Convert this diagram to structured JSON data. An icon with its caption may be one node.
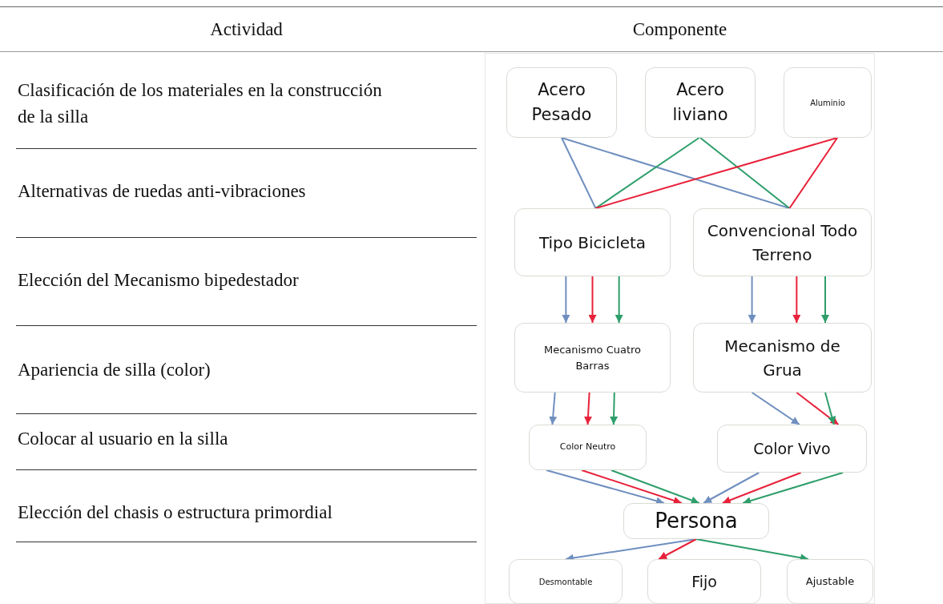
{
  "diagram": {
    "nodes": [
      {
        "text": [
          "Acero Pesado"
        ]
      },
      {
        "text": [
          "Acero liviano"
        ]
      },
      {
        "text": [
          "Aluminio"
        ]
      },
      {
        "text": [
          "Tipo Bicicleta"
        ]
      },
      {
        "text": [
          "Convencional Todo Terreno"
        ]
      },
      {
        "text": [
          "Mecanismo Cuatro Barras"
        ]
      },
      {
        "text": [
          "Mecanismo de Grua"
        ]
      },
      {
        "text": [
          "Color Neutro"
        ]
      },
      {
        "text": [
          "Color Vivo"
        ]
      },
      {
        "text": [
          "Persona"
        ]
      },
      {
        "text": [
          "Desmontable"
        ]
      },
      {
        "text": [
          "Fijo"
        ]
      },
      {
        "text": [
          "Ajustable"
        ]
      }
    ],
    "edges": [
      {
        "from": 0,
        "to": 3,
        "arrow": "none",
        "color": "#6f8fbf"
      },
      {
        "from": 0,
        "to": 4,
        "arrow": "none",
        "color": "#6f8fbf"
      },
      {
        "from": 1,
        "to": 3,
        "arrow": "none",
        "color": "#2e9e6b"
      },
      {
        "from": 1,
        "to": 4,
        "arrow": "none",
        "color": "#2e9e6b"
      },
      {
        "from": 2,
        "to": 3,
        "arrow": "none",
        "color": "#e8213a"
      },
      {
        "from": 2,
        "to": 4,
        "arrow": "none",
        "color": "#e8213a"
      },
      {
        "from": 3,
        "to": 5,
        "arrow": "to",
        "color": "#6f8fbf"
      },
      {
        "from": 3,
        "to": 5,
        "arrow": "to",
        "color": "#e8213a"
      },
      {
        "from": 3,
        "to": 5,
        "arrow": "to",
        "color": "#2e9e6b"
      },
      {
        "from": 4,
        "to": 6,
        "arrow": "to",
        "color": "#6f8fbf"
      },
      {
        "from": 4,
        "to": 6,
        "arrow": "to",
        "color": "#e8213a"
      },
      {
        "from": 4,
        "to": 6,
        "arrow": "to",
        "color": "#2e9e6b"
      },
      {
        "from": 5,
        "to": 7,
        "arrow": "to",
        "color": "#6f8fbf"
      },
      {
        "from": 5,
        "to": 7,
        "arrow": "to",
        "color": "#e8213a"
      },
      {
        "from": 5,
        "to": 7,
        "arrow": "to",
        "color": "#2e9e6b"
      },
      {
        "from": 6,
        "to": 8,
        "arrow": "to",
        "color": "#6f8fbf"
      },
      {
        "from": 6,
        "to": 8,
        "arrow": "to",
        "color": "#e8213a"
      },
      {
        "from": 6,
        "to": 8,
        "arrow": "to",
        "color": "#2e9e6b"
      },
      {
        "from": 7,
        "to": 9,
        "arrow": "to",
        "color": "#6f8fbf"
      },
      {
        "from": 7,
        "to": 9,
        "arrow": "to",
        "color": "#e8213a"
      },
      {
        "from": 7,
        "to": 9,
        "arrow": "to",
        "color": "#2e9e6b"
      },
      {
        "from": 8,
        "to": 9,
        "arrow": "to",
        "color": "#6f8fbf"
      },
      {
        "from": 8,
        "to": 9,
        "arrow": "to",
        "color": "#e8213a"
      },
      {
        "from": 8,
        "to": 9,
        "arrow": "to",
        "color": "#2e9e6b"
      },
      {
        "from": 9,
        "to": 10,
        "arrow": "to",
        "color": "#6f8fbf"
      },
      {
        "from": 9,
        "to": 11,
        "arrow": "to",
        "color": "#e8213a"
      },
      {
        "from": 9,
        "to": 12,
        "arrow": "to",
        "color": "#2e9e6b"
      }
    ],
    "labels": [
      "Actividad",
      "Componente",
      "Clasificación de los materiales en la construcción de la silla",
      "Alternativas de ruedas anti-vibraciones",
      "Elección del Mecanismo bipedestador",
      "Apariencia de silla (color)",
      "Colocar al usuario en la silla",
      "Elección del chasis o estructura primordial"
    ]
  }
}
